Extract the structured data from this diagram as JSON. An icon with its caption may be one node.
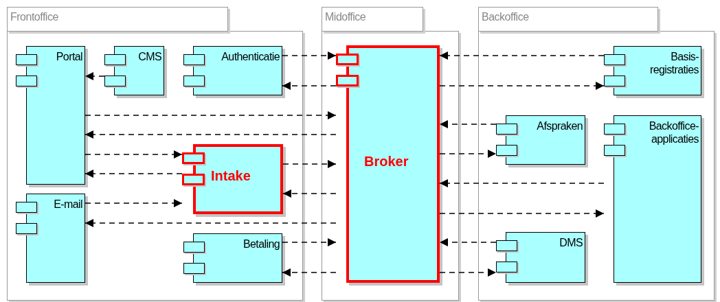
{
  "diagram": {
    "nodes": [
      {
        "text": [
          "Frontoffice"
        ]
      },
      {
        "text": [
          "Portal"
        ],
        "in": 0
      },
      {
        "text": [
          "CMS"
        ],
        "in": 0
      },
      {
        "text": [
          "Authenticatie"
        ],
        "in": 0
      },
      {
        "text": [
          "Intake"
        ],
        "in": 0
      },
      {
        "text": [
          "E-mail"
        ],
        "in": 0
      },
      {
        "text": [
          "Betaling"
        ],
        "in": 0
      },
      {
        "text": [
          "Midoffice"
        ]
      },
      {
        "text": [
          "Broker"
        ],
        "in": 7
      },
      {
        "text": [
          "Backoffice"
        ]
      },
      {
        "text": [
          "Basis-registraties"
        ],
        "in": 9
      },
      {
        "text": [
          "Afspraken"
        ],
        "in": 9
      },
      {
        "text": [
          "Backoffice-applicaties"
        ],
        "in": 9
      },
      {
        "text": [
          "DMS"
        ],
        "in": 9
      }
    ],
    "edges": [
      {
        "from": 2,
        "to": 1,
        "arrow": "to"
      },
      {
        "from": 3,
        "to": 8,
        "arrow": "to"
      },
      {
        "from": 8,
        "to": 3,
        "arrow": "to"
      },
      {
        "from": 10,
        "to": 8,
        "arrow": "to"
      },
      {
        "from": 8,
        "to": 10,
        "arrow": "to"
      },
      {
        "from": 1,
        "to": 8,
        "arrow": "to"
      },
      {
        "from": 8,
        "to": 1,
        "arrow": "to"
      },
      {
        "from": 11,
        "to": 8,
        "arrow": "to"
      },
      {
        "from": 8,
        "to": 11,
        "arrow": "to"
      },
      {
        "from": 1,
        "to": 4,
        "arrow": "to"
      },
      {
        "from": 4,
        "to": 1,
        "arrow": "to"
      },
      {
        "from": 4,
        "to": 8,
        "arrow": "to"
      },
      {
        "from": 8,
        "to": 4,
        "arrow": "to"
      },
      {
        "from": 12,
        "to": 8,
        "arrow": "to"
      },
      {
        "from": 8,
        "to": 12,
        "arrow": "to"
      },
      {
        "from": 5,
        "to": 4,
        "arrow": "to"
      },
      {
        "from": 8,
        "to": 5,
        "arrow": "to"
      },
      {
        "from": 6,
        "to": 8,
        "arrow": "to"
      },
      {
        "from": 8,
        "to": 6,
        "arrow": "to"
      },
      {
        "from": 13,
        "to": 8,
        "arrow": "to"
      },
      {
        "from": 8,
        "to": 13,
        "arrow": "to"
      }
    ]
  }
}
